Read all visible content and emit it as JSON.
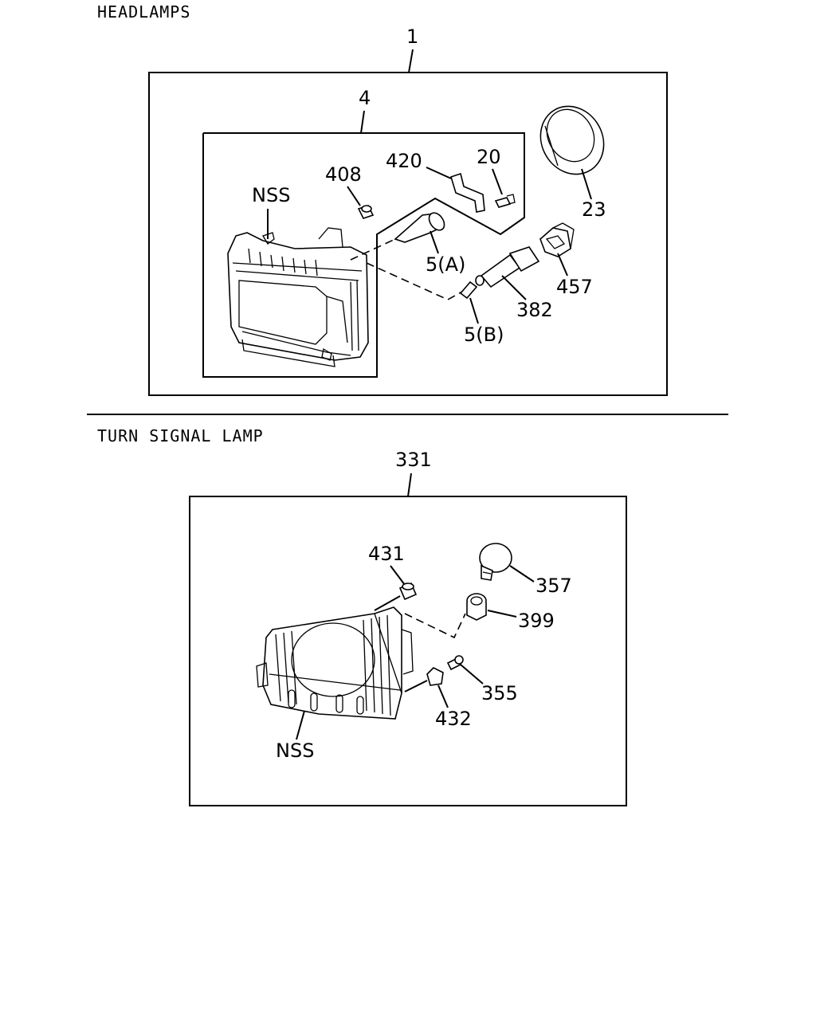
{
  "sections": [
    {
      "title": "HEADLAMPS",
      "assembly_label": "1",
      "sub_assembly_label": "4",
      "parts": [
        "NSS",
        "408",
        "420",
        "20",
        "23",
        "5(A)",
        "5(B)",
        "382",
        "457"
      ]
    },
    {
      "title": "TURN SIGNAL LAMP",
      "assembly_label": "331",
      "parts": [
        "431",
        "357",
        "399",
        "355",
        "432",
        "NSS"
      ]
    }
  ]
}
